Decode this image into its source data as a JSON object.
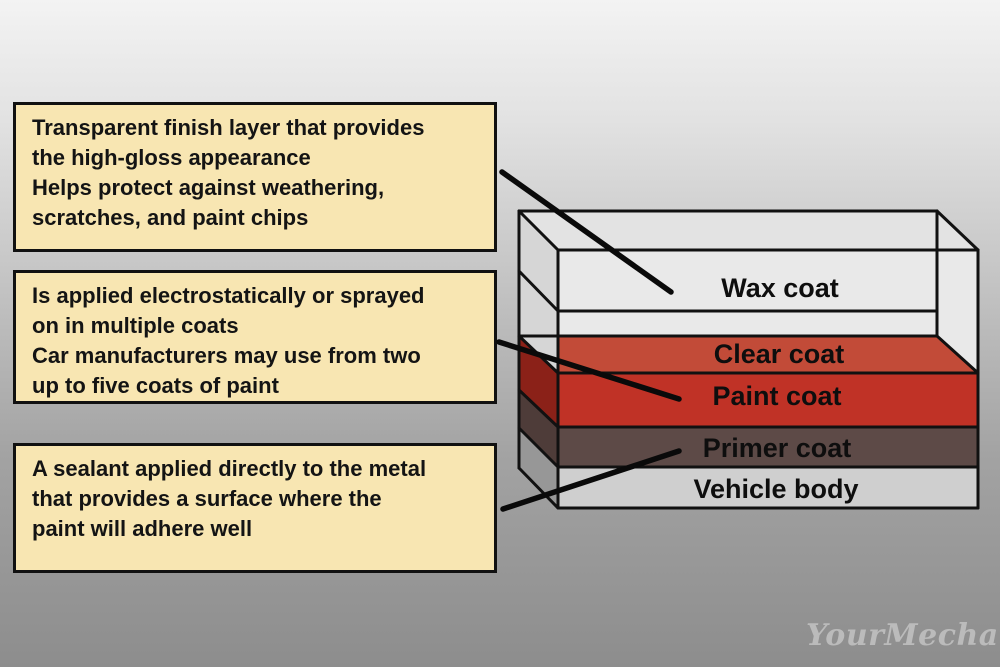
{
  "callouts": [
    {
      "target": "wax coat",
      "lines": [
        "Transparent finish layer that provides",
        "the high-gloss appearance",
        "Helps protect against weathering,",
        "scratches, and paint chips"
      ]
    },
    {
      "target": "paint coat",
      "lines": [
        "Is applied electrostatically or sprayed",
        "on in multiple coats",
        "Car manufacturers may use from two",
        "up to five coats of paint"
      ]
    },
    {
      "target": "primer coat",
      "lines": [
        "A sealant applied directly to the metal",
        "that provides a surface where the",
        "paint will adhere well"
      ]
    }
  ],
  "layers": [
    {
      "label": "Wax coat",
      "color": "#e9e9e9"
    },
    {
      "label": "Clear coat",
      "color": "#c24b38"
    },
    {
      "label": "Paint coat",
      "color": "#c03226"
    },
    {
      "label": "Primer coat",
      "color": "#5d4a47"
    },
    {
      "label": "Vehicle body",
      "color": "#cfcfcf"
    }
  ],
  "side_faces": {
    "box_wall": "#d6d6d6",
    "box_top": "#e3e3e3",
    "red_side": "#8b2118",
    "primer_side": "#4e3c39",
    "body_side": "#979797"
  },
  "colors": {
    "outline": "#111111",
    "connector": "#0a0a0a",
    "callout_bg": "#f8e6b2",
    "callout_border": "#111111",
    "background_top": "#f3f3f3",
    "background_bottom": "#8d8d8d",
    "watermark": "#bbbbbb"
  },
  "watermark": {
    "text": "YourMechanic"
  }
}
